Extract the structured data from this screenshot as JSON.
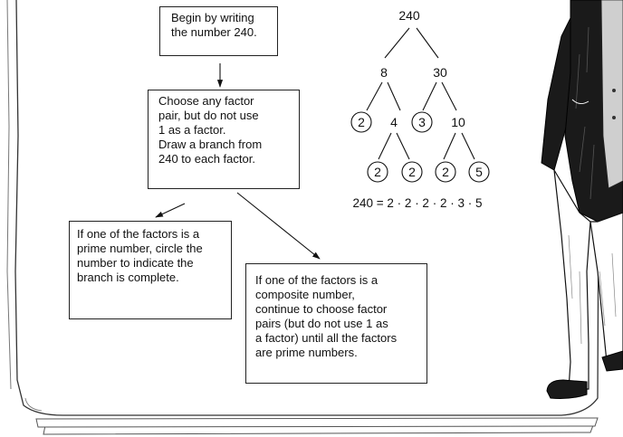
{
  "steps": {
    "begin": [
      "Begin by writing",
      "the number 240."
    ],
    "choose": [
      "Choose any factor",
      "pair, but do not use",
      "1 as a factor.",
      "Draw a branch from",
      "240 to each factor."
    ],
    "prime": [
      "If one of the factors is a",
      "prime number, circle the",
      "number to indicate the",
      "branch is complete."
    ],
    "composite": [
      "If one of the factors is a",
      "composite number,",
      "continue to choose factor",
      "pairs (but do not use 1 as",
      "a factor) until all the factors",
      "are prime numbers."
    ]
  },
  "tree": {
    "root": "240",
    "level1": [
      "8",
      "30"
    ],
    "level2": [
      "2",
      "4",
      "3",
      "10"
    ],
    "level3": [
      "2",
      "2",
      "2",
      "5"
    ],
    "equation": "240 = 2 · 2 · 2 · 2 · 3 · 5"
  },
  "colors": {
    "ink": "#111111",
    "paper": "#ffffff"
  },
  "illustration": "person-in-jacket"
}
